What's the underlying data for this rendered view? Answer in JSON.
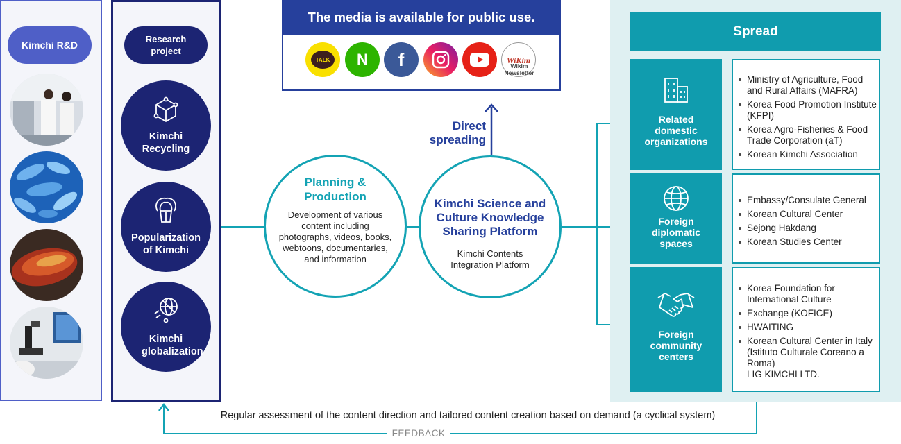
{
  "rd": {
    "label": "Kimchi R&D"
  },
  "research": {
    "label": "Research project",
    "items": [
      {
        "label": "Kimchi Recycling",
        "icon": "cube-network-icon"
      },
      {
        "label": "Popularization of Kimchi",
        "icon": "cabbage-icon"
      },
      {
        "label": "Kimchi globalization",
        "icon": "globe-slash-icon"
      }
    ]
  },
  "media": {
    "title": "The media is available for public use.",
    "channels": [
      {
        "name": "KakaoTalk",
        "icon_text": "TALK",
        "color": "#f9e000"
      },
      {
        "name": "Naver",
        "icon_text": "N",
        "color": "#2db400"
      },
      {
        "name": "Facebook",
        "icon_text": "f",
        "color": "#3b5998"
      },
      {
        "name": "Instagram",
        "icon_text": "",
        "color": "#d6249f"
      },
      {
        "name": "YouTube",
        "icon_text": "",
        "color": "#e62117"
      },
      {
        "name": "Wikim Newsletter",
        "icon_text": "WiKim",
        "caption": "Wikim Newsletter",
        "color": "#ffffff"
      }
    ]
  },
  "direct": {
    "label": "Direct spreading"
  },
  "planning": {
    "title": "Planning & Production",
    "body": "Development of various content including photographs, videos, books, webtoons, documentaries, and information"
  },
  "platform": {
    "title": "Kimchi Science and Culture Knowledge Sharing Platform",
    "subtitle": "Kimchi Contents Integration Platform"
  },
  "spread": {
    "title": "Spread",
    "groups": [
      {
        "label": "Related domestic organizations",
        "icon": "building-icon",
        "items": [
          "Ministry of Agriculture, Food and Rural Affairs (MAFRA)",
          "Korea Food Promotion Institute (KFPI)",
          "Korea Agro-Fisheries & Food Trade Corporation (aT)",
          "Korean Kimchi Association"
        ]
      },
      {
        "label": "Foreign diplomatic spaces",
        "icon": "globe-icon",
        "items": [
          "Embassy/Consulate General",
          "Korean Cultural Center",
          "Sejong Hakdang",
          "Korean Studies Center"
        ]
      },
      {
        "label": "Foreign community centers",
        "icon": "handshake-icon",
        "items": [
          "Korea Foundation for International Culture",
          "Exchange (KOFICE)",
          "HWAITING",
          "Korean Cultural Center in Italy (Istituto Culturale Coreano a Roma)",
          "LIG KIMCHI LTD."
        ]
      }
    ]
  },
  "feedback": {
    "description": "Regular assessment of the content direction and tailored content creation based on demand (a cyclical system)",
    "label": "FEEDBACK"
  },
  "colors": {
    "navy": "#1c2473",
    "blue": "#4f5fc7",
    "teal": "#109cae",
    "media_blue": "#26409c"
  }
}
